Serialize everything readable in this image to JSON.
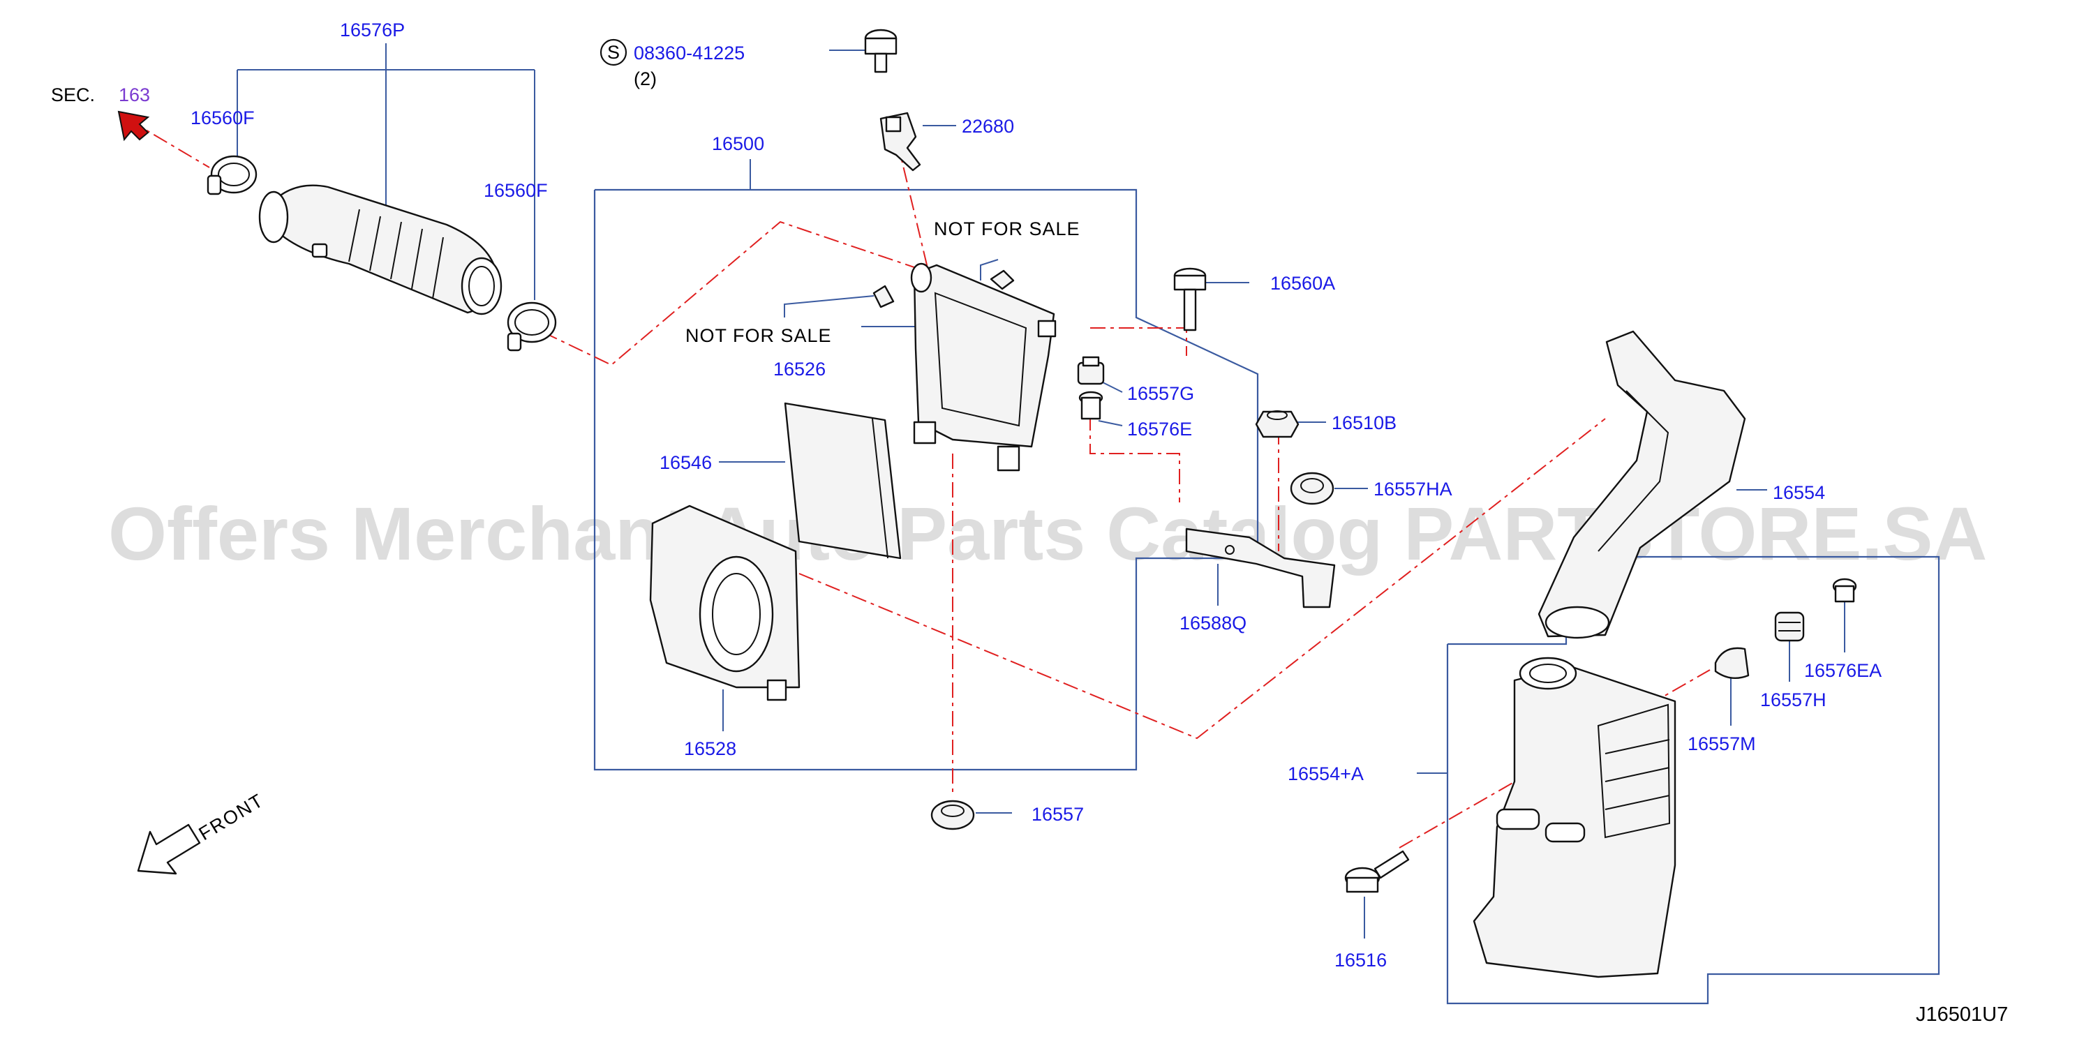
{
  "diagram_code": "J16501U7",
  "watermark": "Offers Merchant Auto Parts Catalog PARTSTORE.SA",
  "section_ref": {
    "prefix": "SEC.",
    "number": "163"
  },
  "front_label": "FRONT",
  "standard_part": {
    "symbol": "S",
    "number": "08360-41225",
    "qty": "(2)"
  },
  "not_for_sale": [
    "NOT  FOR  SALE",
    "NOT  FOR  SALE"
  ],
  "parts": [
    "16576P",
    "16560F",
    "16560F",
    "16500",
    "22680",
    "16560A",
    "16526",
    "16557G",
    "16576E",
    "16510B",
    "16546",
    "16557HA",
    "16554",
    "16588Q",
    "16576EA",
    "16557H",
    "16528",
    "16557M",
    "16554+A",
    "16557",
    "16516"
  ],
  "colors": {
    "label": "#1a1ae6",
    "frame": "#3a5aa0",
    "centerline": "#e02020",
    "section_number": "#7a3ad0"
  }
}
